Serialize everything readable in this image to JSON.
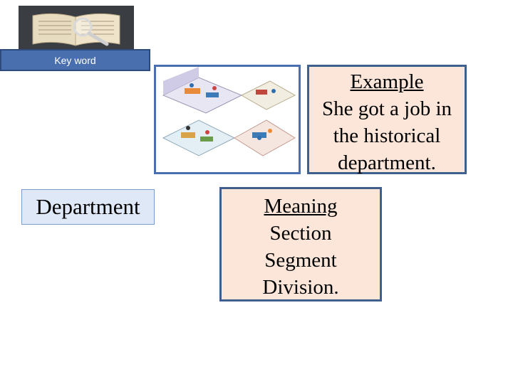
{
  "header": {
    "label": "Key word"
  },
  "word": {
    "text": "Department"
  },
  "example": {
    "heading": "Example",
    "sentence": "She got a job in the historical department."
  },
  "meaning": {
    "heading": "Meaning",
    "items": [
      "Section",
      "Segment",
      "Division."
    ]
  },
  "colors": {
    "accent_blue": "#4a6fae",
    "box_fill": "#fbe6d9",
    "word_fill": "#dfe8f7"
  },
  "images": {
    "top_left": "open-book-magnifier-icon",
    "illustration": "office-departments-illustration"
  }
}
